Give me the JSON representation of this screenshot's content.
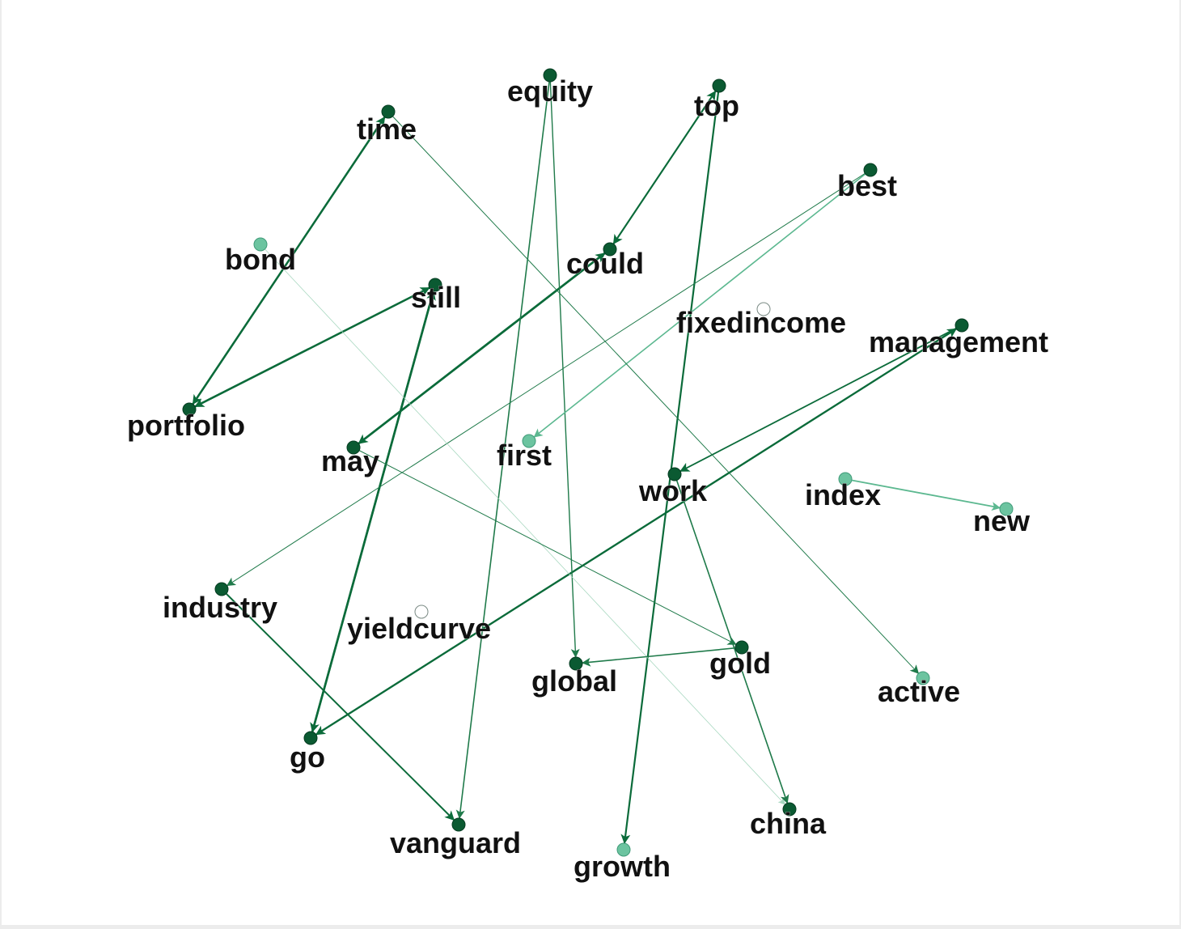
{
  "colors": {
    "edge_dark": "#0b6b3a",
    "edge_mid": "#1f7a4a",
    "edge_light": "#5cb890",
    "edge_faint": "#a8d8c0",
    "node_dark": "#0b5a32",
    "node_light": "#6cc4a0",
    "label": "#111111"
  },
  "nodes": [
    {
      "id": "equity",
      "label": "equity",
      "shade": "dark"
    },
    {
      "id": "top",
      "label": "top",
      "shade": "dark"
    },
    {
      "id": "time",
      "label": "time",
      "shade": "dark"
    },
    {
      "id": "best",
      "label": "best",
      "shade": "dark"
    },
    {
      "id": "bond",
      "label": "bond",
      "shade": "light"
    },
    {
      "id": "could",
      "label": "could",
      "shade": "dark"
    },
    {
      "id": "still",
      "label": "still",
      "shade": "dark"
    },
    {
      "id": "fixedincome",
      "label": "fixedincome",
      "shade": "empty"
    },
    {
      "id": "management",
      "label": "management",
      "shade": "dark"
    },
    {
      "id": "portfolio",
      "label": "portfolio",
      "shade": "dark"
    },
    {
      "id": "may",
      "label": "may",
      "shade": "dark"
    },
    {
      "id": "first",
      "label": "first",
      "shade": "light"
    },
    {
      "id": "work",
      "label": "work",
      "shade": "dark"
    },
    {
      "id": "index",
      "label": "index",
      "shade": "light"
    },
    {
      "id": "new",
      "label": "new",
      "shade": "light"
    },
    {
      "id": "industry",
      "label": "industry",
      "shade": "dark"
    },
    {
      "id": "yieldcurve",
      "label": "yieldcurve",
      "shade": "empty"
    },
    {
      "id": "gold",
      "label": "gold",
      "shade": "dark"
    },
    {
      "id": "global",
      "label": "global",
      "shade": "dark"
    },
    {
      "id": "active",
      "label": "active",
      "shade": "light"
    },
    {
      "id": "go",
      "label": "go",
      "shade": "dark"
    },
    {
      "id": "china",
      "label": "china",
      "shade": "dark"
    },
    {
      "id": "vanguard",
      "label": "vanguard",
      "shade": "dark"
    },
    {
      "id": "growth",
      "label": "growth",
      "shade": "light"
    }
  ],
  "edges": [
    {
      "from": "time",
      "to": "portfolio",
      "style": "dark",
      "width": 2.4,
      "double": true
    },
    {
      "from": "still",
      "to": "portfolio",
      "style": "dark",
      "width": 2.4,
      "double": true
    },
    {
      "from": "top",
      "to": "could",
      "style": "dark",
      "width": 2.0,
      "double": true
    },
    {
      "from": "could",
      "to": "may",
      "style": "dark",
      "width": 2.6,
      "double": true
    },
    {
      "from": "still",
      "to": "go",
      "style": "dark",
      "width": 2.6,
      "double": true
    },
    {
      "from": "management",
      "to": "go",
      "style": "dark",
      "width": 2.2,
      "double": true
    },
    {
      "from": "management",
      "to": "work",
      "style": "dark",
      "width": 1.8,
      "double": false
    },
    {
      "from": "equity",
      "to": "vanguard",
      "style": "mid",
      "width": 1.6,
      "double": false
    },
    {
      "from": "equity",
      "to": "global",
      "style": "mid",
      "width": 1.4,
      "double": false
    },
    {
      "from": "top",
      "to": "growth",
      "style": "dark",
      "width": 2.2,
      "double": false
    },
    {
      "from": "best",
      "to": "first",
      "style": "light",
      "width": 1.6,
      "double": false
    },
    {
      "from": "best",
      "to": "industry",
      "style": "mid",
      "width": 1.0,
      "double": false
    },
    {
      "from": "time",
      "to": "active",
      "style": "mid",
      "width": 1.0,
      "double": false
    },
    {
      "from": "bond",
      "to": "china",
      "style": "faint",
      "width": 0.8,
      "double": false
    },
    {
      "from": "may",
      "to": "gold",
      "style": "mid",
      "width": 1.0,
      "double": false
    },
    {
      "from": "gold",
      "to": "global",
      "style": "mid",
      "width": 1.6,
      "double": false
    },
    {
      "from": "work",
      "to": "china",
      "style": "mid",
      "width": 1.6,
      "double": false
    },
    {
      "from": "industry",
      "to": "vanguard",
      "style": "dark",
      "width": 2.0,
      "double": false
    },
    {
      "from": "index",
      "to": "new",
      "style": "light",
      "width": 1.8,
      "double": false
    }
  ]
}
